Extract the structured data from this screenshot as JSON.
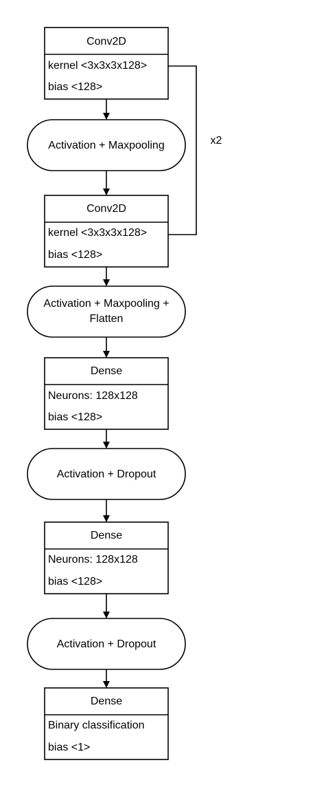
{
  "diagram": {
    "repeat_label": "x2",
    "nodes": [
      {
        "kind": "layer",
        "title": "Conv2D",
        "lines": [
          "kernel <3x3x3x128>",
          "bias <128>"
        ]
      },
      {
        "kind": "op",
        "lines": [
          "Activation + Maxpooling"
        ]
      },
      {
        "kind": "layer",
        "title": "Conv2D",
        "lines": [
          "kernel <3x3x3x128>",
          "bias <128>"
        ]
      },
      {
        "kind": "op",
        "lines": [
          "Activation + Maxpooling +",
          "Flatten"
        ]
      },
      {
        "kind": "layer",
        "title": "Dense",
        "lines": [
          "Neurons: 128x128",
          "bias <128>"
        ]
      },
      {
        "kind": "op",
        "lines": [
          "Activation + Dropout"
        ]
      },
      {
        "kind": "layer",
        "title": "Dense",
        "lines": [
          "Neurons: 128x128",
          "bias <128>"
        ]
      },
      {
        "kind": "op",
        "lines": [
          "Activation + Dropout"
        ]
      },
      {
        "kind": "layer",
        "title": "Dense",
        "lines": [
          "Binary classification",
          "bias <1>"
        ]
      }
    ]
  }
}
